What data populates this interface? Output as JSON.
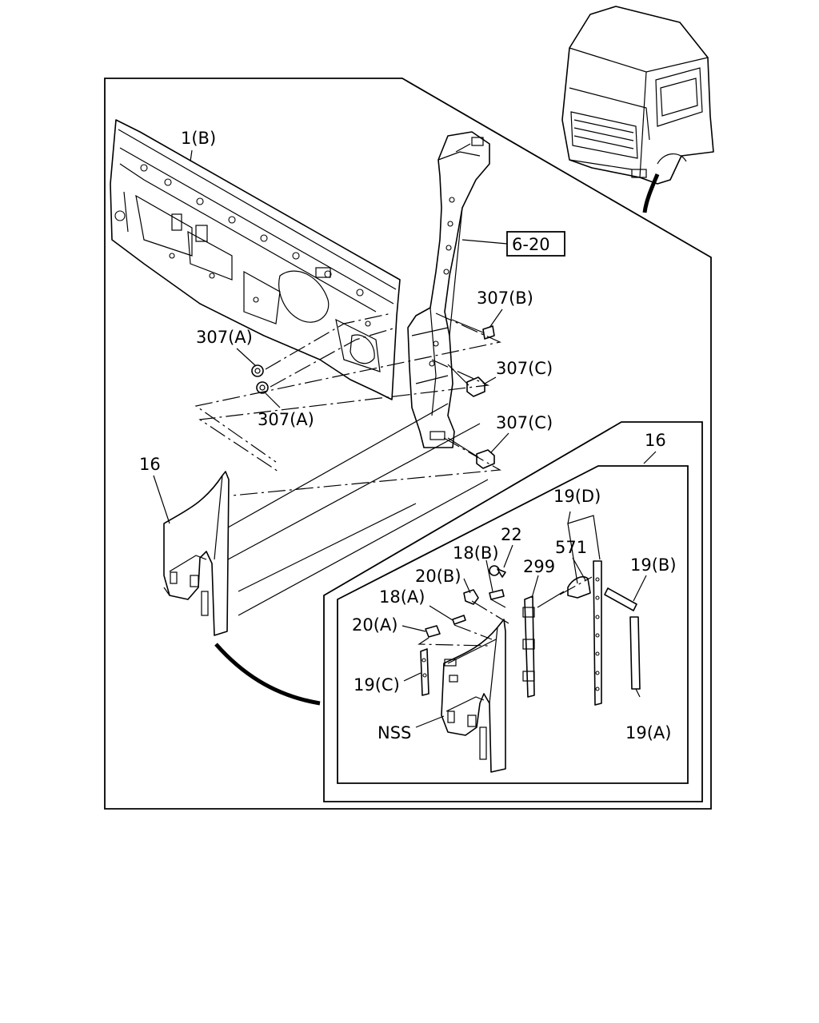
{
  "labels": {
    "cowl_panel": "1(B)",
    "pillar_ref": "6-20",
    "clip_307b": "307(B)",
    "clip_307a_upper": "307(A)",
    "clip_307a_lower": "307(A)",
    "clip_307c_upper": "307(C)",
    "clip_307c_lower": "307(C)",
    "garnish_main": "16",
    "garnish_detail": "16",
    "seal_19d": "19(D)",
    "clip_22": "22",
    "clip_571": "571",
    "bracket_18b": "18(B)",
    "retainer_299": "299",
    "seal_19b": "19(B)",
    "clip_20b": "20(B)",
    "bracket_18a": "18(A)",
    "clip_20a": "20(A)",
    "seal_19c": "19(C)",
    "nss": "NSS",
    "seal_19a": "19(A)"
  },
  "colors": {
    "line": "#000000",
    "background": "#ffffff"
  }
}
